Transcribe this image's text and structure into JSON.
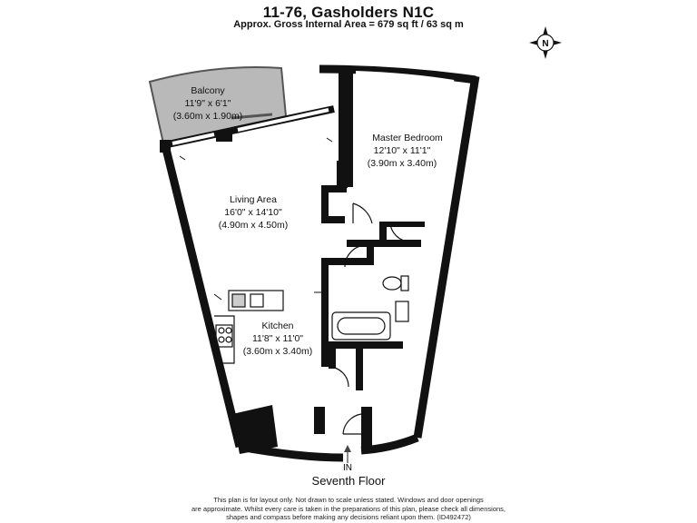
{
  "header": {
    "title": "11-76, Gasholders N1C",
    "area": "Approx. Gross Internal Area = 679 sq ft  / 63 sq m"
  },
  "compass": {
    "letter": "N"
  },
  "rooms": {
    "balcony": {
      "name": "Balcony",
      "imperial": "11'9\" x 6'1\"",
      "metric": "(3.60m x 1.90m)"
    },
    "living": {
      "name": "Living Area",
      "imperial": "16'0\" x 14'10\"",
      "metric": "(4.90m x 4.50m)"
    },
    "bedroom": {
      "name": "Master Bedroom",
      "imperial": "12'10\" x 11'1\"",
      "metric": "(3.90m x 3.40m)"
    },
    "kitchen": {
      "name": "Kitchen",
      "imperial": "11'8\" x 11'0\"",
      "metric": "(3.60m x 3.40m)"
    }
  },
  "entrance": {
    "label": "IN"
  },
  "floor_label": "Seventh Floor",
  "disclaimer": {
    "line1": "This plan is for layout only. Not drawn to scale unless stated. Windows and door openings",
    "line2": "are approximate. Whilst every care is taken in the preparations of this plan, please check all dimensions,",
    "line3": "shapes and compass before making any decisions reliant upon them. (ID492472)"
  },
  "colors": {
    "wall": "#111111",
    "balcony_fill": "#b9b9b9",
    "window": "#ffffff"
  }
}
